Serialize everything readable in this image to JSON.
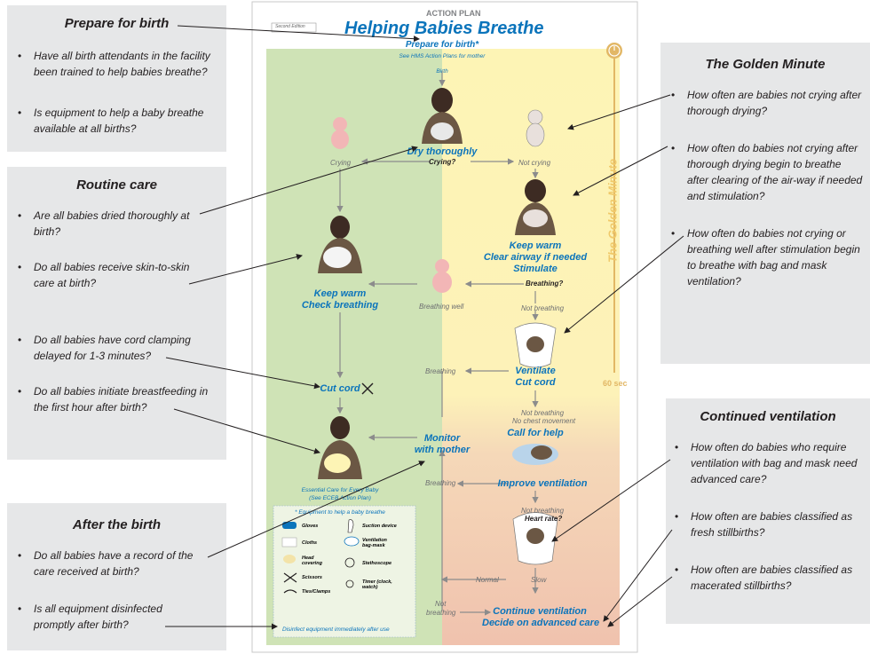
{
  "left_panels": [
    {
      "title": "Prepare for birth",
      "questions": [
        "Have all birth attendants in the facility been trained to help babies breathe?",
        "Is equipment to help a baby breathe available at all births?"
      ]
    },
    {
      "title": "Routine care",
      "questions": [
        "Are all babies dried thoroughly at birth?",
        "Do all babies receive skin-to-skin care at birth?",
        "Do all babies have cord clamping delayed for 1-3 minutes?",
        "Do all babies initiate breastfeeding in the first hour after birth?"
      ]
    },
    {
      "title": "After the birth",
      "questions": [
        "Do all babies have a record of the care received at birth?",
        "Is all equipment disinfected promptly after birth?"
      ]
    }
  ],
  "right_panels": [
    {
      "title": "The Golden Minute",
      "questions": [
        "How often are babies not crying after thorough drying?",
        "How often do babies  not crying after thorough drying begin to breathe  after clearing of the air-way if needed and stimulation?",
        "How often do babies not crying or breathing well after stimulation begin to breathe with bag and mask ventilation?"
      ]
    },
    {
      "title": "Continued ventilation",
      "questions": [
        "How often do babies who require ventilation with bag and mask need advanced care?",
        "How often are babies classified as fresh stillbirths?",
        "How often are babies classified as macerated stillbirths?"
      ]
    }
  ],
  "plan": {
    "kicker": "ACTION PLAN",
    "title": "Helping Babies Breathe",
    "edition": "Second Edition",
    "prepare": "Prepare for birth*",
    "prepare_sub": "See HMS Action Plans for mother",
    "birth": "Birth",
    "dry": "Dry thoroughly",
    "crying_q": "Crying?",
    "crying": "Crying",
    "not_crying": "Not crying",
    "keep_warm_r1": "Keep warm",
    "keep_warm_r2": "Clear airway if needed",
    "keep_warm_r3": "Stimulate",
    "breathing_q": "Breathing?",
    "breathing_well": "Breathing well",
    "keep_warm_l1": "Keep warm",
    "keep_warm_l2": "Check breathing",
    "not_breathing1": "Not breathing",
    "ventilate1": "Ventilate",
    "ventilate2": "Cut cord",
    "breathing1": "Breathing",
    "cut_cord": "Cut cord",
    "sixty": "60 sec",
    "golden": "The Golden Minute",
    "not_breathing2": "Not breathing",
    "no_chest": "No chest movement",
    "call_help": "Call for help",
    "monitor1": "Monitor",
    "monitor2": "with mother",
    "breathing2": "Breathing",
    "improve": "Improve ventilation",
    "ecb1": "Essential Care for Every Baby",
    "ecb2": "(See ECEB Action Plan)",
    "not_breathing3": "Not breathing",
    "heart_rate": "Heart rate?",
    "normal": "Normal",
    "slow": "Slow",
    "not_breathing4a": "Not",
    "not_breathing4b": "breathing",
    "continue1": "Continue ventilation",
    "continue2": "Decide on advanced care",
    "equip_title": "* Equipment to help a baby breathe",
    "equip_left": [
      "Gloves",
      "Cloths",
      "Head covering",
      "Scissors",
      "Ties/Clamps"
    ],
    "equip_right": [
      "Suction device",
      "Ventilation bag-mask",
      "Stethoscope",
      "Timer (clock, watch)"
    ],
    "disinfect": "Disinfect equipment immediately after use"
  },
  "colors": {
    "panel": "#e6e7e8",
    "green": "#cfe3b6",
    "yellow": "#fdf4b5",
    "peach": "#f2c5b1",
    "blue": "#0b74bb",
    "gold": "#e2b765"
  }
}
